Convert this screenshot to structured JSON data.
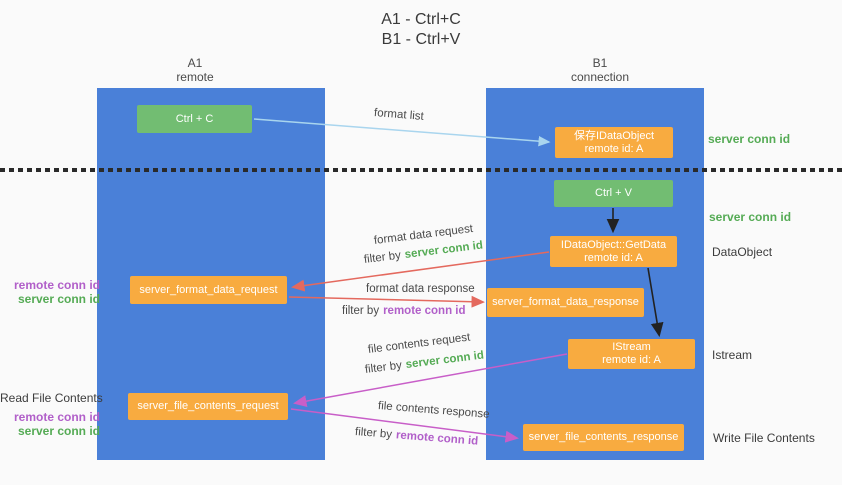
{
  "title": {
    "line1": "A1 - Ctrl+C",
    "line2": "B1 - Ctrl+V"
  },
  "lanes": {
    "a1": {
      "title": "A1",
      "subtitle": "remote"
    },
    "b1": {
      "title": "B1",
      "subtitle": "connection"
    }
  },
  "nodes": {
    "ctrl_c": {
      "label": "Ctrl + C"
    },
    "save_dataobject": {
      "line1": "保存IDataObject",
      "line2": "remote id: A"
    },
    "ctrl_v": {
      "label": "Ctrl + V"
    },
    "getdata": {
      "line1": "IDataObject::GetData",
      "line2": "remote id: A"
    },
    "format_request": {
      "label": "server_format_data_request"
    },
    "format_response": {
      "label": "server_format_data_response"
    },
    "istream": {
      "line1": "IStream",
      "line2": "remote id: A"
    },
    "file_request": {
      "label": "server_file_contents_request"
    },
    "file_response": {
      "label": "server_file_contents_response"
    }
  },
  "arrows": {
    "format_list": {
      "label": "format list"
    },
    "format_data_request": {
      "label": "format data request",
      "filter_prefix": "filter by",
      "filter_key": "server conn id"
    },
    "format_data_response": {
      "label": "format data response",
      "filter_prefix": "filter by",
      "filter_key": "remote conn id"
    },
    "file_contents_request": {
      "label": "file contents request",
      "filter_prefix": "filter by",
      "filter_key": "server conn id"
    },
    "file_contents_response": {
      "label": "file contents response",
      "filter_prefix": "filter by",
      "filter_key": "remote conn id"
    }
  },
  "annotations": {
    "server_conn_id_top": "server conn id",
    "server_conn_id_mid": "server conn id",
    "dataobject": "DataObject",
    "istream": "Istream",
    "read_file_contents": "Read File Contents",
    "write_file_contents": "Write File Contents",
    "format_ids": {
      "remote": "remote conn id",
      "server": "server conn id"
    },
    "file_ids": {
      "remote": "remote conn id",
      "server": "server conn id"
    }
  },
  "colors": {
    "lane_blue": "#4a80d8",
    "box_green": "#72bd72",
    "box_orange": "#f8ab40",
    "label_green": "#55ab55",
    "label_purple": "#b15fc9",
    "arrow_lightblue": "#a9d5ee",
    "arrow_red": "#e4695e",
    "arrow_magenta": "#c85ec8",
    "arrow_black": "#222222"
  }
}
